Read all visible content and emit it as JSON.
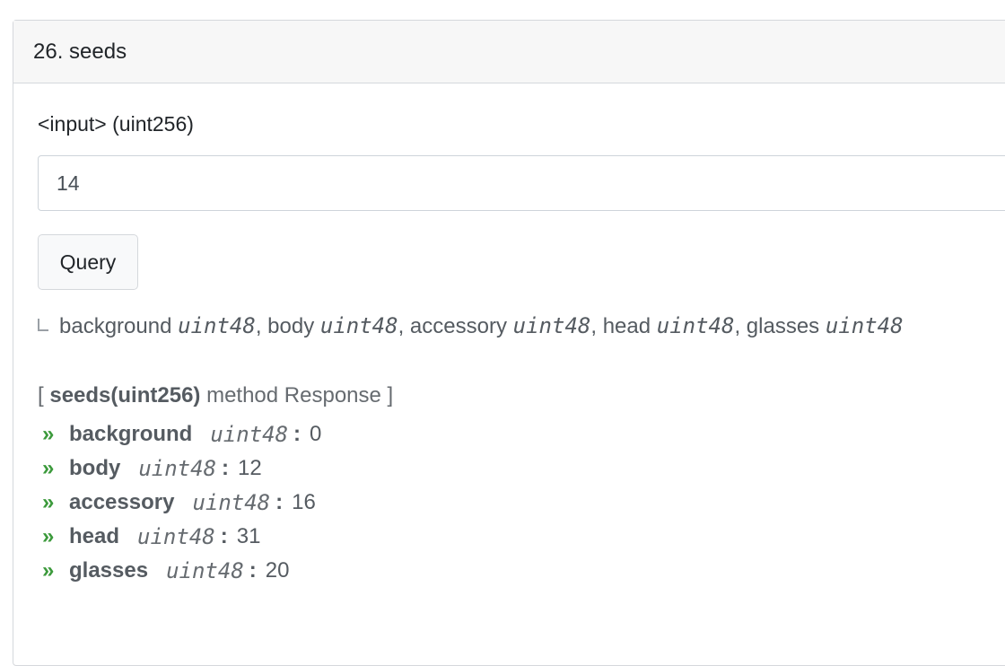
{
  "card": {
    "title": "26. seeds"
  },
  "form": {
    "input_label": "<input> (uint256)",
    "input_value": "14",
    "query_label": "Query"
  },
  "signature": {
    "outputs": [
      {
        "name": "background",
        "type": "uint48",
        "sep": ", "
      },
      {
        "name": "body",
        "type": "uint48",
        "sep": ", "
      },
      {
        "name": "accessory",
        "type": "uint48",
        "sep": ", "
      },
      {
        "name": "head",
        "type": "uint48",
        "sep": ", "
      },
      {
        "name": "glasses",
        "type": "uint48",
        "sep": ""
      }
    ]
  },
  "response": {
    "open": "[ ",
    "method": "seeds(uint256)",
    "suffix": " method Response ]",
    "chevron": "»",
    "rows": [
      {
        "name": "background",
        "type": "uint48",
        "colon": ":",
        "value": "0"
      },
      {
        "name": "body",
        "type": "uint48",
        "colon": ":",
        "value": "12"
      },
      {
        "name": "accessory",
        "type": "uint48",
        "colon": ":",
        "value": "16"
      },
      {
        "name": "head",
        "type": "uint48",
        "colon": ":",
        "value": "31"
      },
      {
        "name": "glasses",
        "type": "uint48",
        "colon": ":",
        "value": "20"
      }
    ]
  },
  "colors": {
    "accent_green": "#3c9a3c",
    "border": "#d5d8dc",
    "header_bg": "#f7f7f7"
  }
}
